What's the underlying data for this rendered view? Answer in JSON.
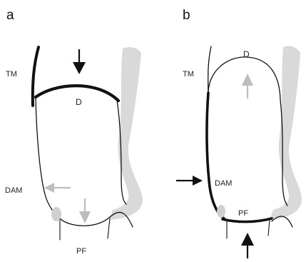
{
  "panels": [
    {
      "letter": "a",
      "labels": {
        "tm": "TM",
        "d": "D",
        "dam": "DAM",
        "pf": "PF"
      }
    },
    {
      "letter": "b",
      "labels": {
        "tm": "TM",
        "d": "D",
        "dam": "DAM",
        "pf": "PF"
      }
    }
  ],
  "colors": {
    "outline": "#111111",
    "shaded_band": "#d9d9d9",
    "arrow_dark": "#111111",
    "arrow_light": "#bdbdbd",
    "background": "#ffffff"
  }
}
